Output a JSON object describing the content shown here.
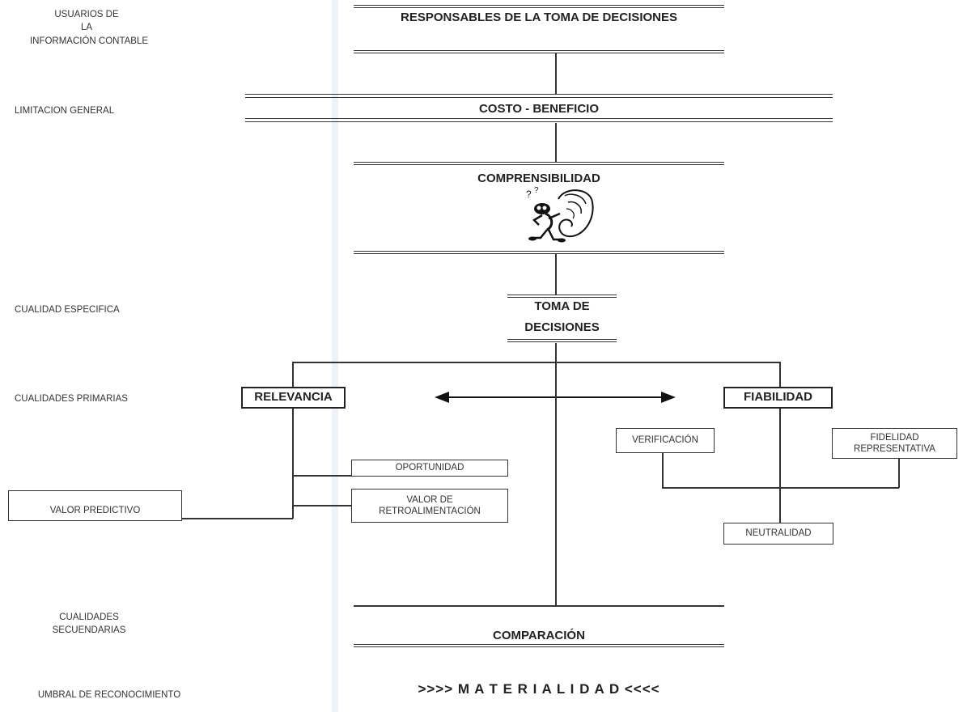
{
  "side_labels": {
    "usuarios": "USUARIOS DE LA",
    "informacion": "INFORMACIÓN CONTABLE",
    "limitacion": "LIMITACION GENERAL",
    "cualidad_especifica": "CUALIDAD ESPECIFICA",
    "cualidades_primarias": "CUALIDADES PRIMARIAS",
    "cualidades": "CUALIDADES",
    "secuendarias": "SECUENDARIAS",
    "umbral": "UMBRAL DE RECONOCIMIENTO"
  },
  "nodes": {
    "responsables": "RESPONSABLES DE LA TOMA DE DECISIONES",
    "costo_beneficio": "COSTO - BENEFICIO",
    "comprensibilidad": "COMPRENSIBILIDAD",
    "toma_line1": "TOMA DE",
    "toma_line2": "DECISIONES",
    "relevancia": "RELEVANCIA",
    "fiabilidad": "FIABILIDAD",
    "oportunidad": "OPORTUNIDAD",
    "valor_ret_line1": "VALOR DE",
    "valor_ret_line2": "RETROALIMENTACIÓN",
    "valor_predictivo": "VALOR PREDICTIVO",
    "verificacion": "VERIFICACIÓN",
    "fidelidad_line1": "FIDELIDAD",
    "fidelidad_line2": "REPRESENTATIVA",
    "neutralidad": "NEUTRALIDAD",
    "comparacion": "COMPARACIÓN",
    "materialidad": ">>>> M A T E R I A L I D A D <<<<"
  },
  "icons": {
    "thinking_figure": "confused-figure-icon",
    "arrow": "double-headed-arrow-icon"
  },
  "colors": {
    "line": "#333333",
    "text": "#222222"
  }
}
